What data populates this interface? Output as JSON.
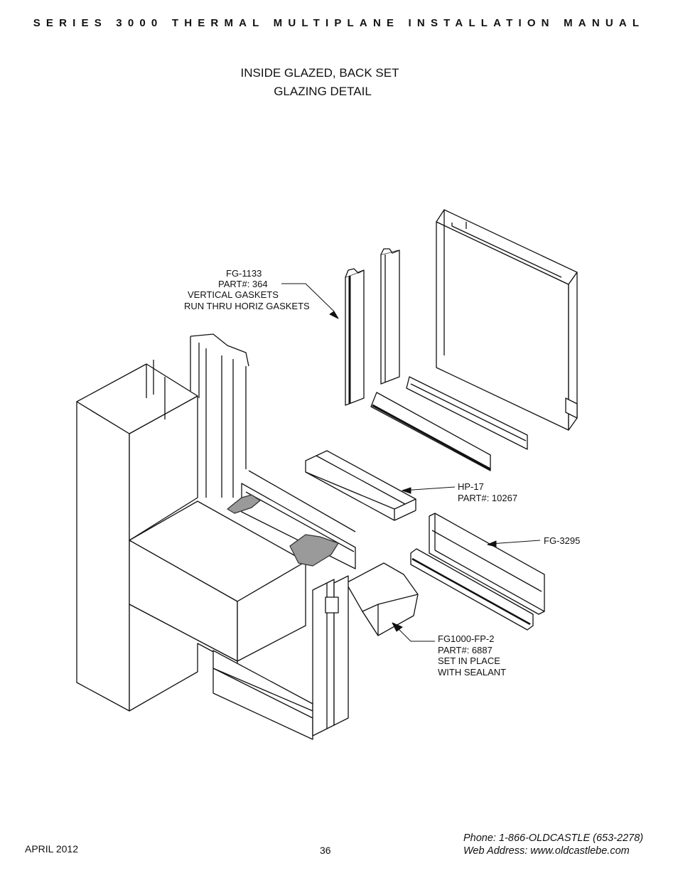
{
  "header": {
    "title": "SERIES 3000 THERMAL MULTIPLANE INSTALLATION MANUAL"
  },
  "figure": {
    "title_line1": "INSIDE GLAZED, BACK SET",
    "title_line2": "GLAZING DETAIL"
  },
  "callouts": {
    "fg1133": [
      "FG-1133",
      "PART#: 364",
      "VERTICAL GASKETS",
      "RUN THRU HORIZ GASKETS"
    ],
    "hp17": [
      "HP-17",
      "PART#: 10267"
    ],
    "fg3295": [
      "FG-3295"
    ],
    "fg1000": [
      "FG1000-FP-2",
      "PART#: 6887",
      "SET IN PLACE",
      "WITH SEALANT"
    ]
  },
  "footer": {
    "date": "APRIL 2012",
    "page_number": "36",
    "phone": "Phone: 1-866-OLDCASTLE (653-2278)",
    "web": "Web Address: www.oldcastlebe.com"
  }
}
